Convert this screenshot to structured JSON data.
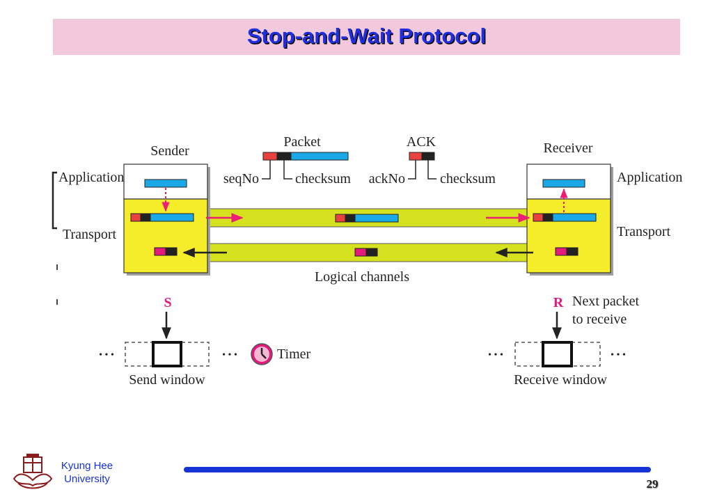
{
  "slide": {
    "title": "Stop-and-Wait Protocol",
    "page_number": "29"
  },
  "footer": {
    "university_line1": "Kyung Hee",
    "university_line2": "University",
    "logo_icon": "kyung-hee-emblem-icon"
  },
  "diagram": {
    "sender": {
      "title": "Sender",
      "layer_application": "Application",
      "layer_transport": "Transport"
    },
    "receiver": {
      "title": "Receiver",
      "layer_application": "Application",
      "layer_transport": "Transport"
    },
    "packet_legend": {
      "title": "Packet",
      "field_seq": "seqNo",
      "field_checksum": "checksum"
    },
    "ack_legend": {
      "title": "ACK",
      "field_ack": "ackNo",
      "field_checksum": "checksum"
    },
    "channels_label": "Logical channels",
    "send_window": {
      "pointer": "S",
      "label": "Send window",
      "dots_left": "• • •",
      "dots_right": "• • •"
    },
    "timer_label": "Timer",
    "receive_window": {
      "pointer": "R",
      "label": "Receive window",
      "note_line1": "Next packet",
      "note_line2": "to receive",
      "dots_left": "• • •",
      "dots_right": "• • •"
    },
    "colors": {
      "seq_red": "#e8423f",
      "seq_black": "#222222",
      "payload_blue": "#1ba8e6",
      "ack_magenta": "#e3197b",
      "transport_yellow": "#f5ec2a",
      "channel_green": "#d6e21f",
      "arrow_pink": "#ec1f74"
    }
  }
}
